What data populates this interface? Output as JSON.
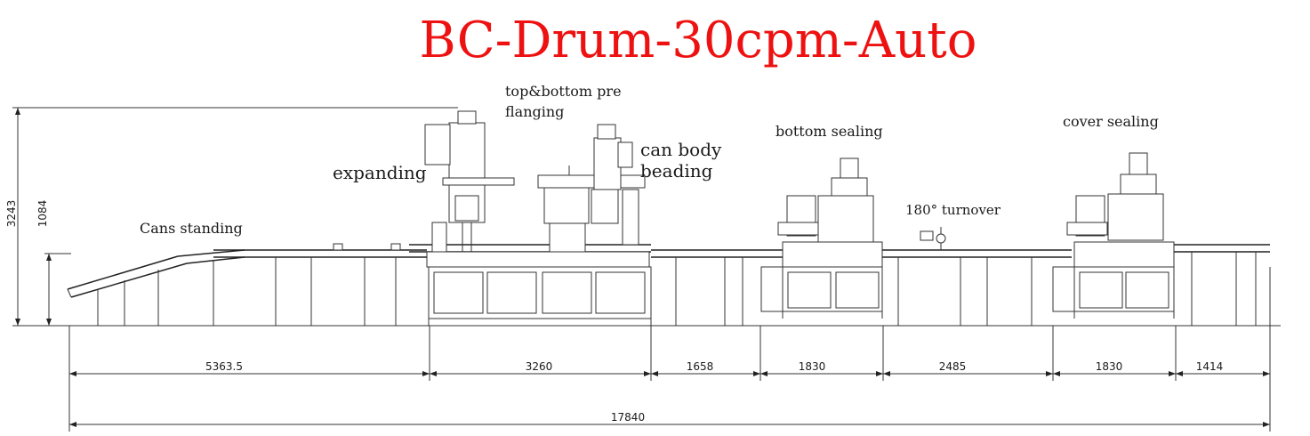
{
  "title": "BC-Drum-30cpm-Auto",
  "colors": {
    "title": "#ee1111",
    "lines": "#333333",
    "background": "#ffffff"
  },
  "labels": {
    "cans_standing": "Cans standing",
    "expanding": "expanding",
    "top_bottom_1": "top&bottom pre",
    "top_bottom_2": "flanging",
    "can_body_1": "can body",
    "can_body_2": "beading",
    "bottom_sealing": "bottom sealing",
    "turnover": "180° turnover",
    "cover_sealing": "cover sealing"
  },
  "dimensions": {
    "height_total": "3243",
    "height_conveyor": "1084",
    "seg1": "5363.5",
    "seg2": "3260",
    "seg3": "1658",
    "seg4": "1830",
    "seg5": "2485",
    "seg6": "1830",
    "seg7": "1414",
    "total": "17840"
  }
}
